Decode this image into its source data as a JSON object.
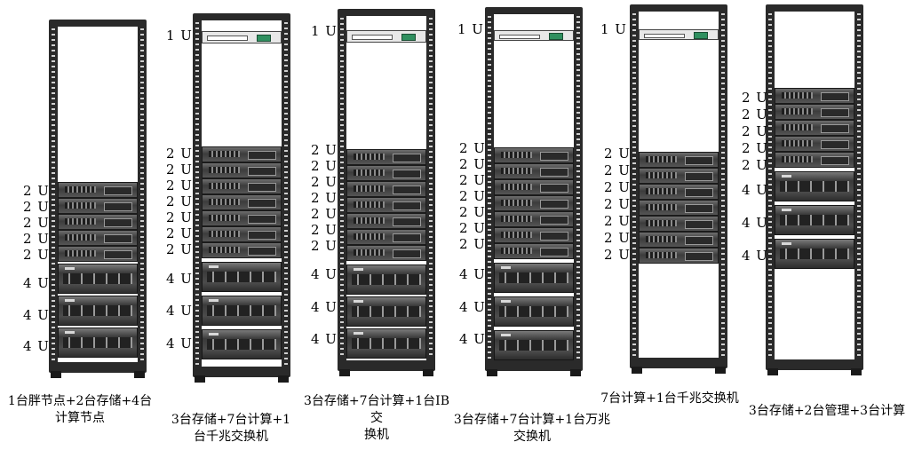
{
  "racks": [
    {
      "caption": "1台胖节点+2台存储+4台\n计算节点",
      "labels": [
        "2 U",
        "2 U",
        "2 U",
        "2 U",
        "2 U",
        "4 U",
        "4 U",
        "4 U"
      ]
    },
    {
      "caption": "3台存储+7台计算+1\n台千兆交换机",
      "labels": [
        "1 U",
        "2 U",
        "2 U",
        "2 U",
        "2 U",
        "2 U",
        "2 U",
        "2 U",
        "4 U",
        "4 U",
        "4 U"
      ]
    },
    {
      "caption": "3台存储+7台计算+1台IB交\n换机",
      "labels": [
        "1 U",
        "2 U",
        "2 U",
        "2 U",
        "2 U",
        "2 U",
        "2 U",
        "2 U",
        "4 U",
        "4 U",
        "4 U"
      ]
    },
    {
      "caption": "3台存储+7台计算+1台万兆\n交换机",
      "labels": [
        "1 U",
        "2 U",
        "2 U",
        "2 U",
        "2 U",
        "2 U",
        "2 U",
        "2 U",
        "4 U",
        "4 U",
        "4 U"
      ]
    },
    {
      "caption": "7台计算+1台千兆交换机",
      "labels": [
        "1 U",
        "2 U",
        "2 U",
        "2 U",
        "2 U",
        "2 U",
        "2 U",
        "2 U"
      ]
    },
    {
      "caption": "3台存储+2台管理+3台计算",
      "labels": [
        "2 U",
        "2 U",
        "2 U",
        "2 U",
        "2 U",
        "4 U",
        "4 U",
        "4 U"
      ]
    }
  ]
}
